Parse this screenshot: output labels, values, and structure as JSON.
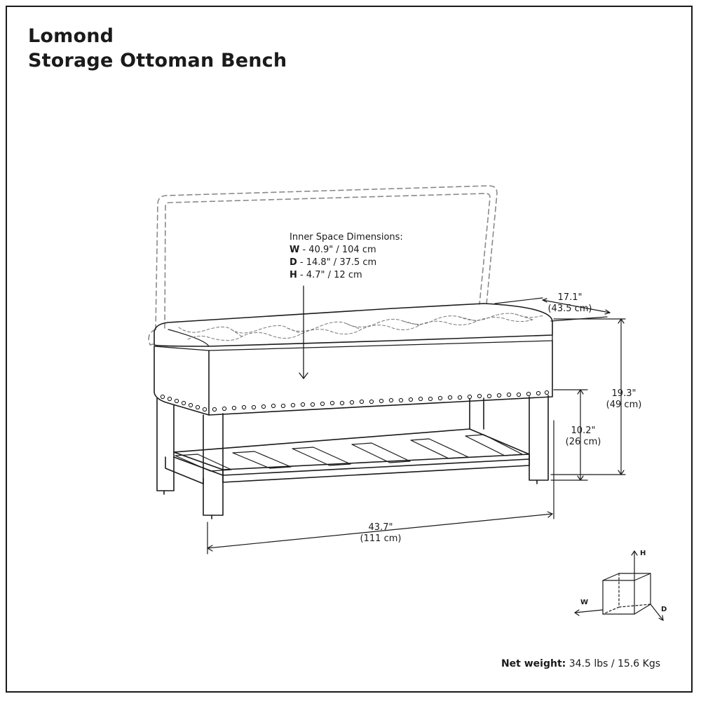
{
  "header": {
    "line1": "Lomond",
    "line2": "Storage Ottoman Bench"
  },
  "inner_space": {
    "title": "Inner Space Dimensions:",
    "w_key": "W",
    "w_val": " - 40.9\" / 104 cm",
    "d_key": "D",
    "d_val": " - 14.8\" / 37.5 cm",
    "h_key": "H",
    "h_val": " - 4.7\" / 12 cm"
  },
  "dimensions": {
    "depth_in": "17.1\"",
    "depth_cm": "(43.5 cm)",
    "height_in": "19.3\"",
    "height_cm": "(49 cm)",
    "shelf_in": "10.2\"",
    "shelf_cm": "(26 cm)",
    "width_in": "43.7\"",
    "width_cm": "(111 cm)"
  },
  "axes": {
    "h": "H",
    "w": "W",
    "d": "D"
  },
  "net_weight": {
    "label": "Net weight:",
    "value": " 34.5 lbs / 15.6 Kgs"
  }
}
